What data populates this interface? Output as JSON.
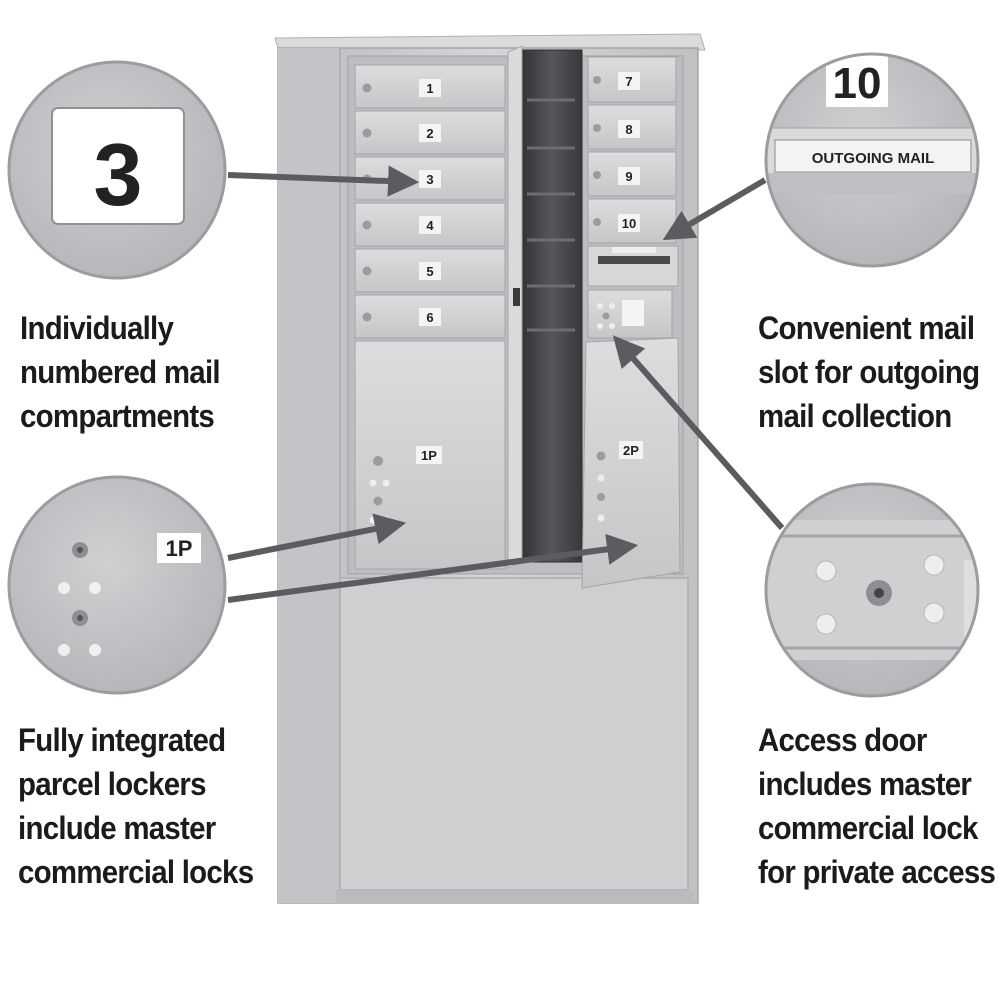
{
  "compartments": {
    "left_column": [
      "1",
      "2",
      "3",
      "4",
      "5",
      "6"
    ],
    "right_column": [
      "7",
      "8",
      "9",
      "10"
    ],
    "parcel_lockers": [
      "1P",
      "2P"
    ]
  },
  "callouts": {
    "numbered": {
      "zoom_number": "3",
      "caption": [
        "Individually",
        "numbered mail",
        "compartments"
      ]
    },
    "outgoing": {
      "zoom_number": "10",
      "zoom_label": "OUTGOING MAIL",
      "caption": [
        "Convenient mail",
        "slot for outgoing",
        "mail collection"
      ]
    },
    "parcel": {
      "zoom_label": "1P",
      "caption": [
        "Fully integrated",
        "parcel lockers",
        "include master",
        "commercial locks"
      ]
    },
    "access": {
      "caption": [
        "Access door",
        "includes master",
        "commercial lock",
        "for private access"
      ]
    }
  },
  "colors": {
    "cabinet": "#c9cacc",
    "cabinet_shadow": "#a9abae",
    "door": "#d3d4d6",
    "interior": "#3e3f41",
    "arrow": "#5a5c5f",
    "caption_text": "#1b1b1b"
  }
}
